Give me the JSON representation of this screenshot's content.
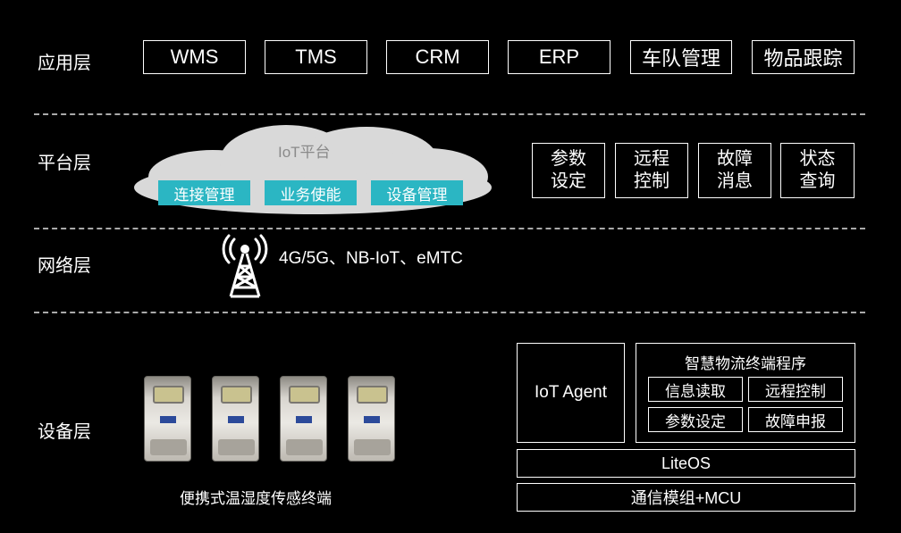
{
  "layers": {
    "app": "应用层",
    "platform": "平台层",
    "network": "网络层",
    "device": "设备层"
  },
  "app_items": [
    "WMS",
    "TMS",
    "CRM",
    "ERP",
    "车队管理",
    "物品跟踪"
  ],
  "platform": {
    "cloud_title": "IoT平台",
    "cloud_buttons": [
      "连接管理",
      "业务使能",
      "设备管理"
    ],
    "functions": [
      "参数\n设定",
      "远程\n控制",
      "故障\n消息",
      "状态\n查询"
    ]
  },
  "network": {
    "protocols": "4G/5G、NB-IoT、eMTC",
    "icon": "cell-tower-icon"
  },
  "device": {
    "caption": "便携式温湿度传感终端",
    "iot_agent": "IoT Agent",
    "program_title": "智慧物流终端程序",
    "program_items": [
      "信息读取",
      "远程控制",
      "参数设定",
      "故障申报"
    ],
    "os": "LiteOS",
    "hardware": "通信模组+MCU"
  },
  "colors": {
    "background": "#000000",
    "accent": "#2bb6c3",
    "cloud": "#d9d9d9",
    "separator": "#aaaaaa"
  }
}
